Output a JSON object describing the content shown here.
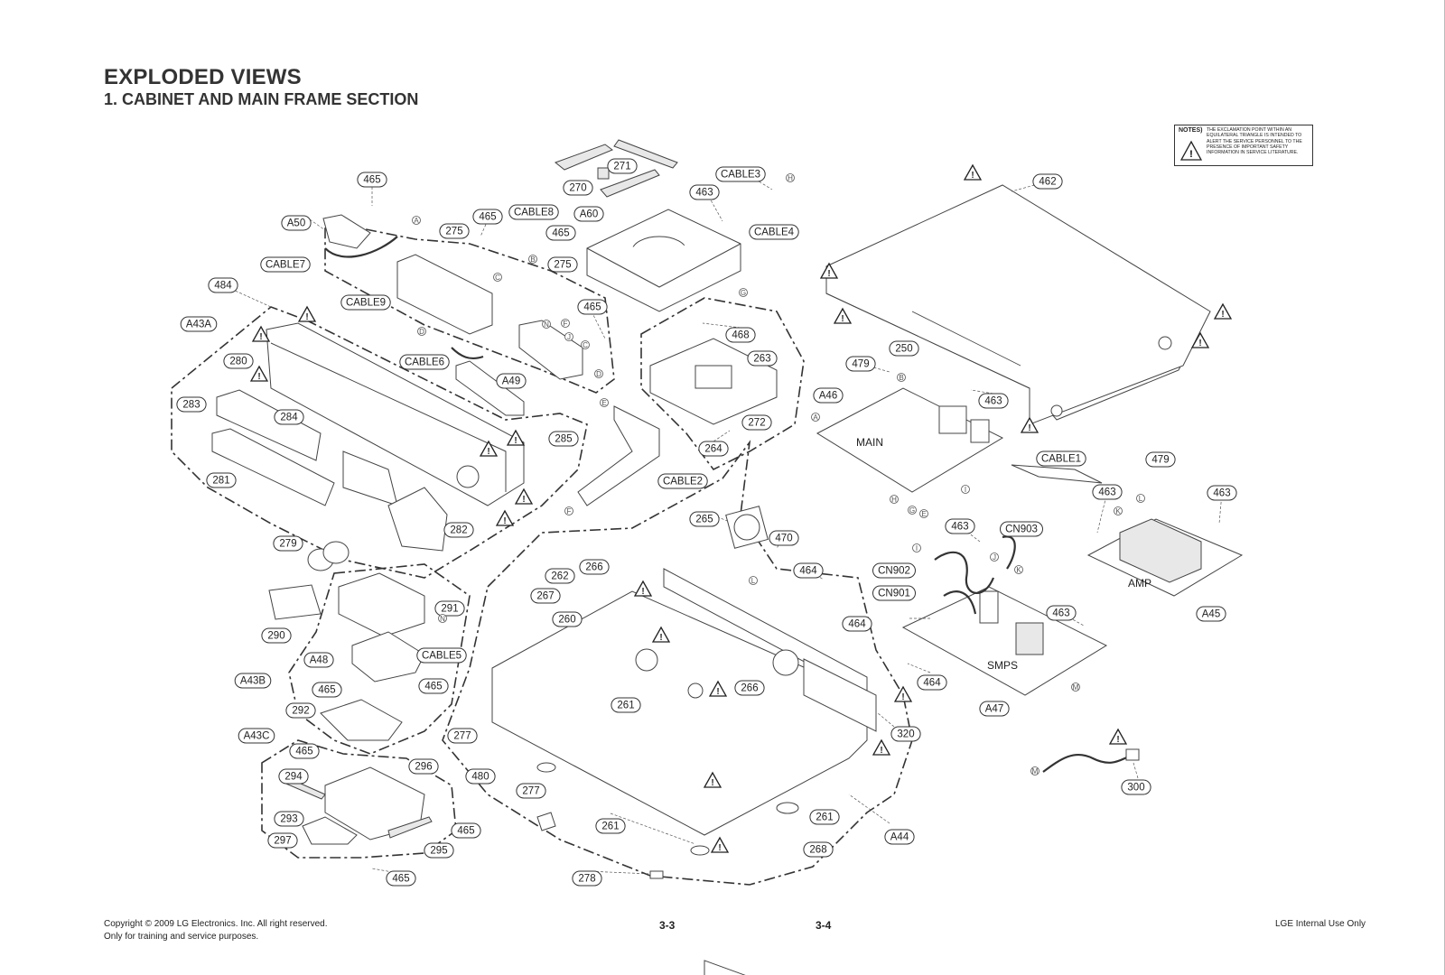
{
  "page": {
    "title": "EXPLODED VIEWS",
    "subtitle": "1. CABINET AND MAIN FRAME SECTION"
  },
  "notes": {
    "label": "NOTES)",
    "text": "THE EXCLAMATION POINT WITHIN AN EQUILATERAL TRIANGLE IS INTENDED TO ALERT THE SERVICE PERSONNEL TO THE PRESENCE OF IMPORTANT SAFETY INFORMATION IN SERVICE LITERATURE."
  },
  "warning_symbol": "!",
  "callouts": [
    "465",
    "A50",
    "CABLE7",
    "275",
    "465",
    "CABLE8",
    "465",
    "271",
    "270",
    "A60",
    "463",
    "CABLE3",
    "CABLE4",
    "462",
    "484",
    "A43A",
    "275",
    "CABLE9",
    "465",
    "468",
    "263",
    "280",
    "CABLE6",
    "A49",
    "283",
    "284",
    "285",
    "281",
    "CABLE2",
    "272",
    "264",
    "479",
    "A46",
    "463",
    "250",
    "CABLE1",
    "479",
    "463",
    "463",
    "265",
    "470",
    "279",
    "282",
    "266",
    "262",
    "267",
    "291",
    "290",
    "260",
    "CN902",
    "CN901",
    "CN903",
    "463",
    "464",
    "464",
    "CABLE5",
    "A48",
    "A43B",
    "465",
    "465",
    "292",
    "266",
    "261",
    "463",
    "A47",
    "A45",
    "464",
    "320",
    "A43C",
    "277",
    "465",
    "296",
    "294",
    "480",
    "277",
    "293",
    "465",
    "297",
    "295",
    "465",
    "261",
    "261",
    "268",
    "278",
    "300",
    "A44"
  ],
  "board_labels": {
    "main": "MAIN",
    "amp": "AMP",
    "smps": "SMPS"
  },
  "connector_marks": [
    "A",
    "B",
    "C",
    "D",
    "E",
    "F",
    "G",
    "H",
    "I",
    "J",
    "K",
    "L",
    "M",
    "N"
  ],
  "footer": {
    "copyright": "Copyright © 2009 LG Electronics. Inc. All right reserved.",
    "purpose": "Only for training and service purposes.",
    "page_left": "3-3",
    "page_right": "3-4",
    "internal": "LGE Internal Use Only"
  }
}
